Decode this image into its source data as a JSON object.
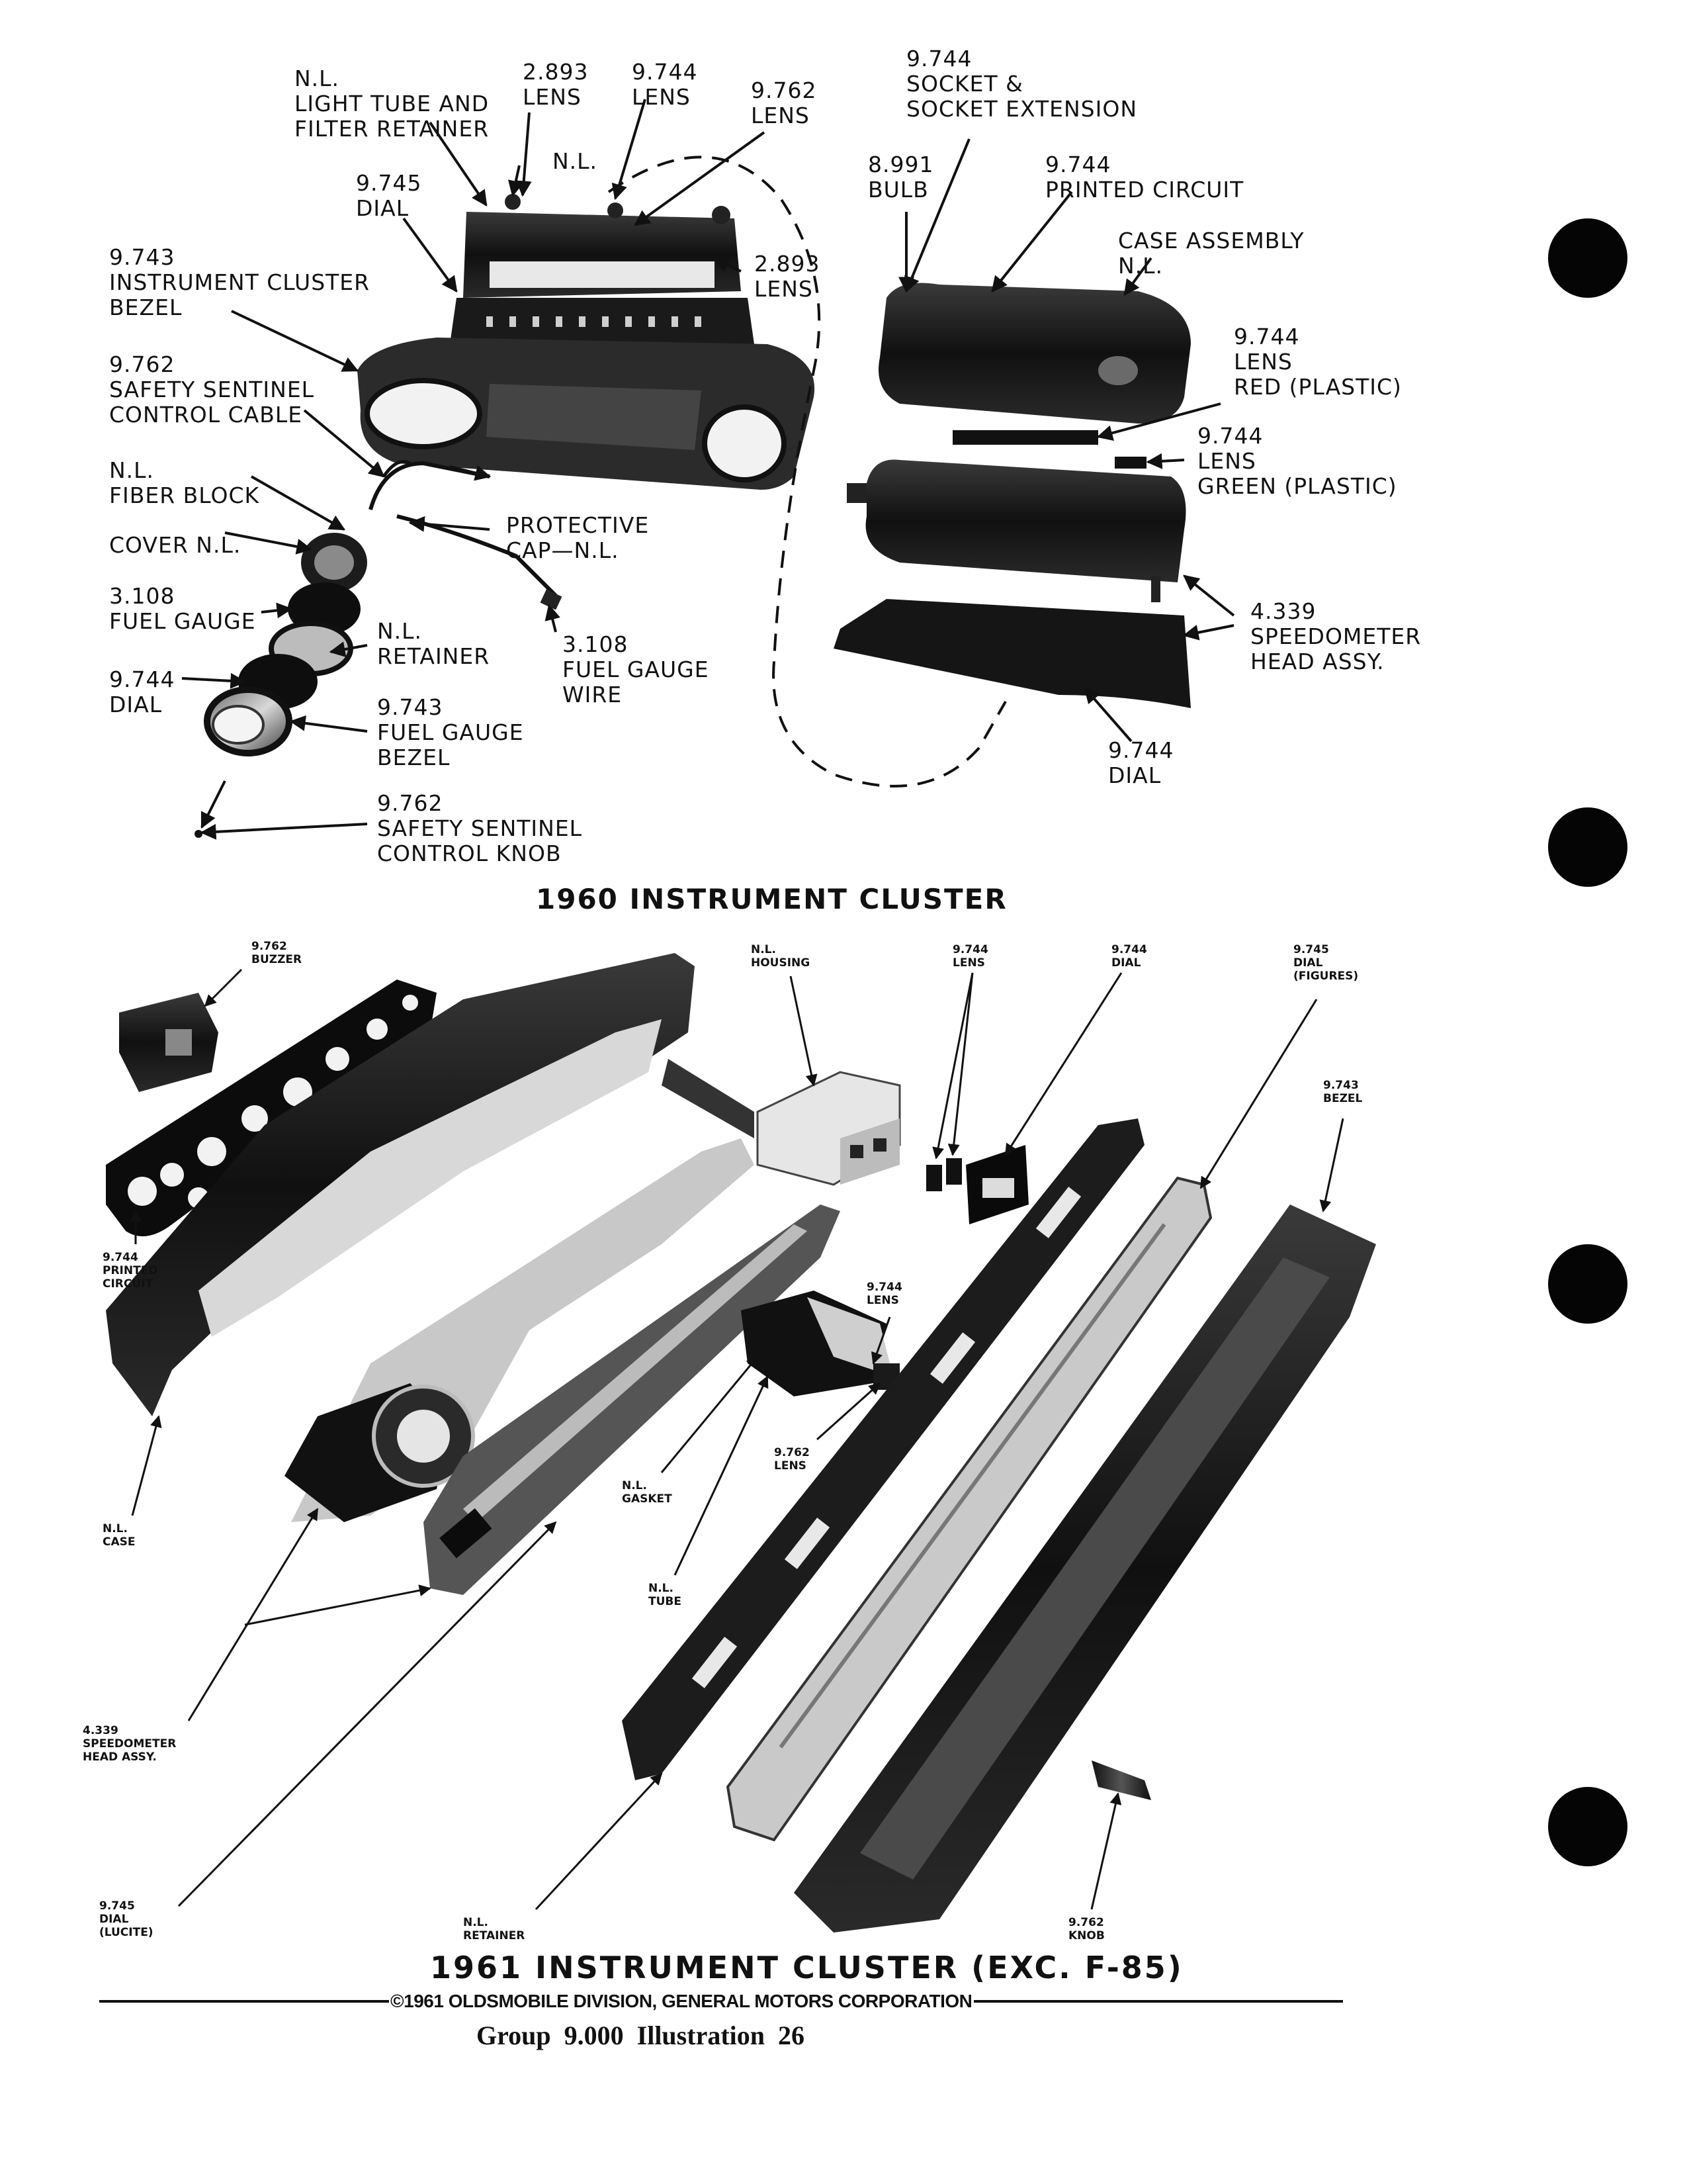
{
  "diagram_1960": {
    "title": "1960 INSTRUMENT CLUSTER",
    "labels": {
      "light_tube": [
        "N.L.",
        "LIGHT TUBE AND",
        "FILTER RETAINER"
      ],
      "lens_2893_top": [
        "2.893",
        "LENS"
      ],
      "lens_9744_top": [
        "9.744",
        "LENS"
      ],
      "lens_9762_top": [
        "9.762",
        "LENS"
      ],
      "nl_small": [
        "N.L."
      ],
      "dial_9745": [
        "9.745",
        "DIAL"
      ],
      "lens_2893_mid": [
        "2.893",
        "LENS"
      ],
      "bezel_9743": [
        "9.743",
        "INSTRUMENT CLUSTER",
        "BEZEL"
      ],
      "control_cable": [
        "9.762",
        "SAFETY SENTINEL",
        "CONTROL CABLE"
      ],
      "fiber_block": [
        "N.L.",
        "FIBER BLOCK"
      ],
      "cover": [
        "COVER N.L."
      ],
      "fuel_gauge": [
        "3.108",
        "FUEL GAUGE"
      ],
      "dial_9744_left": [
        "9.744",
        "DIAL"
      ],
      "retainer": [
        "N.L.",
        "RETAINER"
      ],
      "fuel_gauge_bezel": [
        "9.743",
        "FUEL GAUGE",
        "BEZEL"
      ],
      "control_knob": [
        "9.762",
        "SAFETY SENTINEL",
        "CONTROL KNOB"
      ],
      "protective_cap": [
        "PROTECTIVE",
        "CAP—N.L."
      ],
      "fuel_gauge_wire": [
        "3.108",
        "FUEL GAUGE",
        "WIRE"
      ],
      "socket": [
        "9.744",
        "SOCKET &",
        "SOCKET EXTENSION"
      ],
      "bulb": [
        "8.991",
        "BULB"
      ],
      "printed_circuit": [
        "9.744",
        "PRINTED CIRCUIT"
      ],
      "case_assembly": [
        "CASE ASSEMBLY",
        "N.L."
      ],
      "lens_red": [
        "9.744",
        "LENS",
        "RED (PLASTIC)"
      ],
      "lens_green": [
        "9.744",
        "LENS",
        "GREEN (PLASTIC)"
      ],
      "speedometer": [
        "4.339",
        "SPEEDOMETER",
        "HEAD ASSY."
      ],
      "dial_9744_right": [
        "9.744",
        "DIAL"
      ]
    }
  },
  "diagram_1961": {
    "title": "1961 INSTRUMENT CLUSTER (EXC. F-85)",
    "labels": {
      "buzzer": [
        "9.762",
        "BUZZER"
      ],
      "housing": [
        "N.L.",
        "HOUSING"
      ],
      "lens_top": [
        "9.744",
        "LENS"
      ],
      "dial_top": [
        "9.744",
        "DIAL"
      ],
      "dial_figures": [
        "9.745",
        "DIAL",
        "(FIGURES)"
      ],
      "bezel": [
        "9.743",
        "BEZEL"
      ],
      "printed_circuit": [
        "9.744",
        "PRINTED",
        "CIRCUIT"
      ],
      "lens_mid": [
        "9.744",
        "LENS"
      ],
      "lens_9762": [
        "9.762",
        "LENS"
      ],
      "gasket": [
        "N.L.",
        "GASKET"
      ],
      "case": [
        "N.L.",
        "CASE"
      ],
      "tube": [
        "N.L.",
        "TUBE"
      ],
      "speedometer": [
        "4.339",
        "SPEEDOMETER",
        "HEAD ASSY."
      ],
      "dial_lucite": [
        "9.745",
        "DIAL",
        "(LUCITE)"
      ],
      "retainer": [
        "N.L.",
        "RETAINER"
      ],
      "knob": [
        "9.762",
        "KNOB"
      ]
    }
  },
  "footer": {
    "copyright": "©1961 OLDSMOBILE DIVISION, GENERAL MOTORS CORPORATION",
    "group": "Group  9.000  Illustration 26"
  }
}
